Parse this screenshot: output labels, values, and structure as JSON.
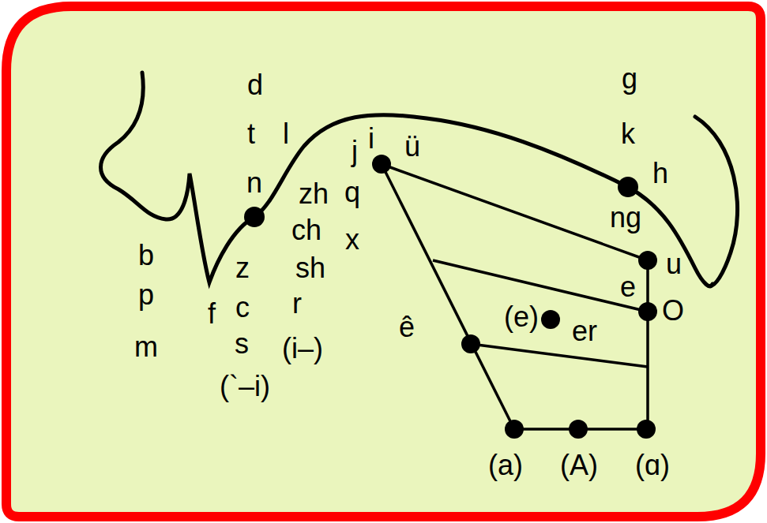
{
  "diagram": {
    "labels": [
      "d",
      "g",
      "t",
      "l",
      "j",
      "i",
      "ü",
      "k",
      "n",
      "zh",
      "q",
      "h",
      "ch",
      "x",
      "ng",
      "b",
      "z",
      "sh",
      "u",
      "p",
      "f",
      "c",
      "r",
      "e",
      "O",
      "(e)",
      "ê",
      "er",
      "m",
      "s",
      "(i–)",
      "(`–i)",
      "(a)",
      "(A)",
      "(ɑ)"
    ]
  }
}
